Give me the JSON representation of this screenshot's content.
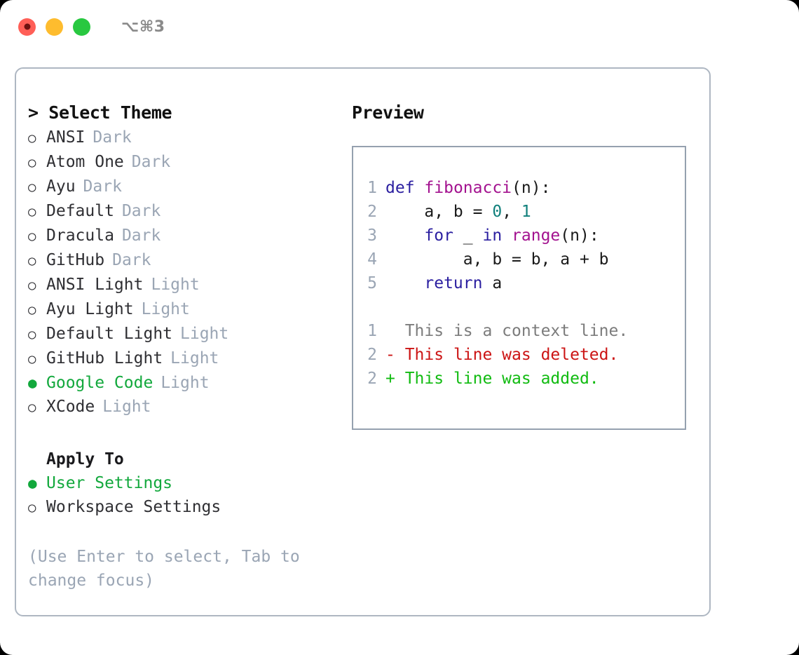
{
  "window": {
    "shortcut_label": "⌥⌘3",
    "traffic_lights": [
      "close-button",
      "minimize-button",
      "maximize-button"
    ]
  },
  "colors": {
    "accent_green": "#12a83c",
    "muted_blue_gray": "#9aa5b4",
    "border": "#aeb7c2",
    "keyword": "#2b1fa0",
    "function": "#a3128f",
    "number": "#11807c",
    "diff_added": "#11bb11",
    "diff_deleted": "#cc1414",
    "diff_context": "#7c7c7c"
  },
  "theme_picker": {
    "heading": "> Select Theme",
    "unselected_bullet": "○",
    "selected_bullet": "●",
    "options": [
      {
        "label": "ANSI",
        "tag": "Dark",
        "selected": false
      },
      {
        "label": "Atom One",
        "tag": "Dark",
        "selected": false
      },
      {
        "label": "Ayu",
        "tag": "Dark",
        "selected": false
      },
      {
        "label": "Default",
        "tag": "Dark",
        "selected": false
      },
      {
        "label": "Dracula",
        "tag": "Dark",
        "selected": false
      },
      {
        "label": "GitHub",
        "tag": "Dark",
        "selected": false
      },
      {
        "label": "ANSI Light",
        "tag": "Light",
        "selected": false
      },
      {
        "label": "Ayu Light",
        "tag": "Light",
        "selected": false
      },
      {
        "label": "Default Light",
        "tag": "Light",
        "selected": false
      },
      {
        "label": "GitHub Light",
        "tag": "Light",
        "selected": false
      },
      {
        "label": "Google Code",
        "tag": "Light",
        "selected": true
      },
      {
        "label": "XCode",
        "tag": "Light",
        "selected": false
      }
    ]
  },
  "apply_to": {
    "heading": "Apply To",
    "options": [
      {
        "label": "User Settings",
        "selected": true
      },
      {
        "label": "Workspace Settings",
        "selected": false
      }
    ]
  },
  "hint": "(Use Enter to select, Tab to change focus)",
  "preview": {
    "heading": "Preview",
    "code_lines": [
      {
        "num": "1",
        "tokens": [
          {
            "t": "def",
            "c": "kw"
          },
          {
            "t": " ",
            "c": "plain"
          },
          {
            "t": "fibonacci",
            "c": "fn"
          },
          {
            "t": "(n):",
            "c": "plain"
          }
        ]
      },
      {
        "num": "2",
        "tokens": [
          {
            "t": "    a, b = ",
            "c": "plain"
          },
          {
            "t": "0",
            "c": "num"
          },
          {
            "t": ", ",
            "c": "plain"
          },
          {
            "t": "1",
            "c": "num"
          }
        ]
      },
      {
        "num": "3",
        "tokens": [
          {
            "t": "    ",
            "c": "plain"
          },
          {
            "t": "for",
            "c": "kw"
          },
          {
            "t": " _ ",
            "c": "plain"
          },
          {
            "t": "in",
            "c": "kw"
          },
          {
            "t": " ",
            "c": "plain"
          },
          {
            "t": "range",
            "c": "fn"
          },
          {
            "t": "(n):",
            "c": "plain"
          }
        ]
      },
      {
        "num": "4",
        "tokens": [
          {
            "t": "        a, b = b, a + b",
            "c": "plain"
          }
        ]
      },
      {
        "num": "5",
        "tokens": [
          {
            "t": "    ",
            "c": "plain"
          },
          {
            "t": "return",
            "c": "kw"
          },
          {
            "t": " a",
            "c": "plain"
          }
        ]
      }
    ],
    "diff_lines": [
      {
        "num": "1",
        "marker": "  ",
        "text": "This is a context line.",
        "kind": "context"
      },
      {
        "num": "2",
        "marker": "- ",
        "text": "This line was deleted.",
        "kind": "del"
      },
      {
        "num": "2",
        "marker": "+ ",
        "text": "This line was added.",
        "kind": "add"
      }
    ]
  }
}
